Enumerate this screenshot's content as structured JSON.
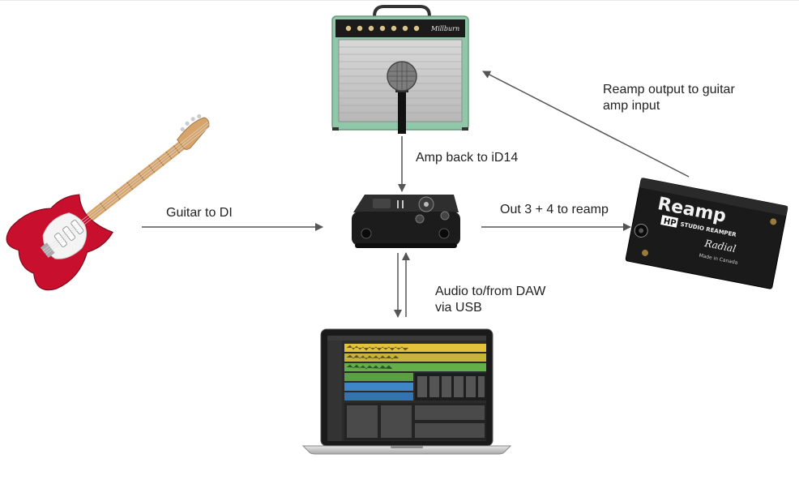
{
  "labels": {
    "guitar_to_di": "Guitar to DI",
    "amp_back": "Amp back to iD14",
    "reamp_output": "Reamp output to guitar\namp input",
    "out_to_reamp": "Out 3 + 4 to reamp",
    "audio_daw": "Audio to/from DAW\nvia USB"
  },
  "device_text": {
    "amp_brand": "Millburn",
    "reamp_logo": "Reamp",
    "reamp_model": "HP",
    "reamp_sub": "STUDIO REAMPER",
    "reamp_maker": "Radial",
    "reamp_made": "Made in Canada"
  },
  "icons": {
    "guitar": "electric-guitar-icon",
    "amp": "guitar-amp-icon",
    "microphone": "microphone-icon",
    "interface": "audio-interface-icon",
    "reamp": "reamp-box-icon",
    "laptop": "laptop-daw-icon"
  },
  "colors": {
    "arrow": "#555555",
    "amp_body": "#8fc7a8",
    "guitar_body": "#c8102e",
    "reamp_body": "#1a1a1a",
    "interface_body": "#1c1c1c"
  }
}
